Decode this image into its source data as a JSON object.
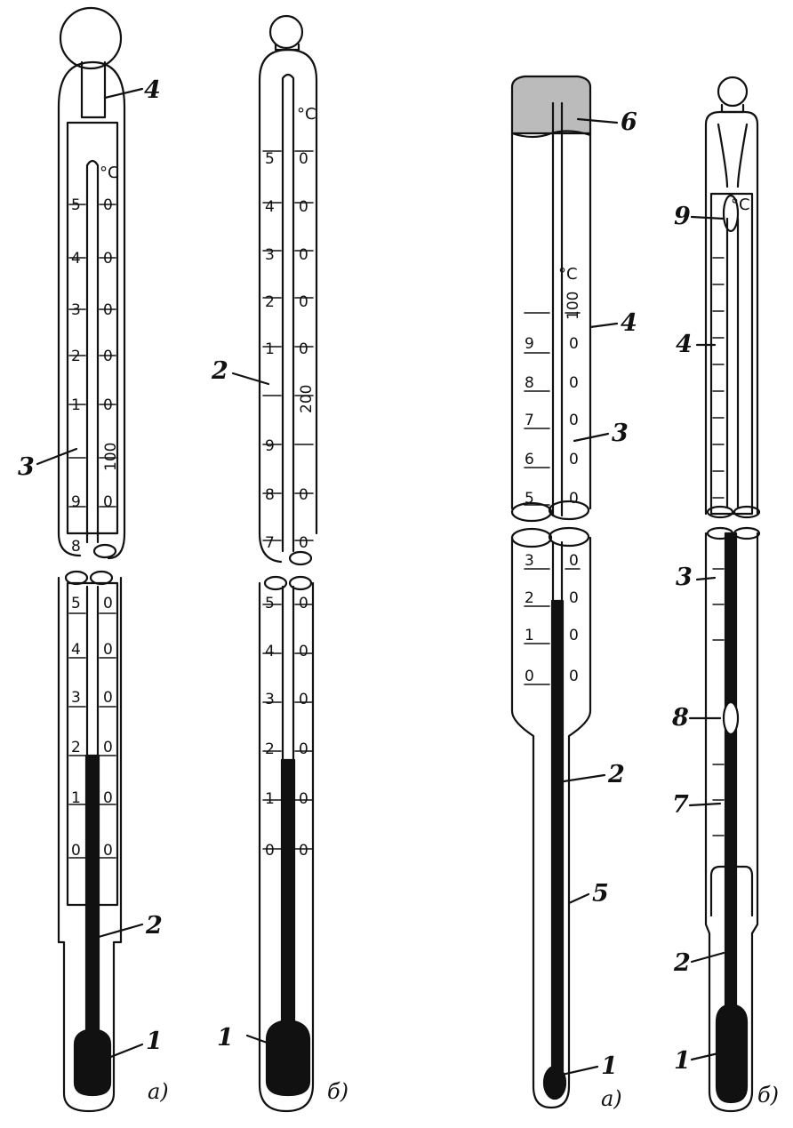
{
  "figure": {
    "panels": [
      {
        "id": "a-left",
        "caption": "а)",
        "callouts": [
          "1",
          "2",
          "3",
          "4"
        ],
        "unit": "°C",
        "upper_left": [
          "5",
          "4",
          "3",
          "2",
          "1",
          "9",
          "8"
        ],
        "upper_right": [
          "0",
          "0",
          "0",
          "0",
          "0",
          "100",
          "0"
        ],
        "lower_left": [
          "5",
          "4",
          "3",
          "2",
          "1",
          "0"
        ],
        "lower_right": [
          "0",
          "0",
          "0",
          "0",
          "0",
          "0"
        ]
      },
      {
        "id": "b-left",
        "caption": "б)",
        "callouts": [
          "1",
          "2"
        ],
        "unit": "°C",
        "upper_left": [
          "5",
          "4",
          "3",
          "2",
          "1",
          "9",
          "8",
          "7"
        ],
        "upper_right": [
          "0",
          "0",
          "0",
          "0",
          "0",
          "200",
          "0",
          "0"
        ],
        "lower_left": [
          "5",
          "4",
          "3",
          "2",
          "1",
          "0"
        ],
        "lower_right": [
          "0",
          "0",
          "0",
          "0",
          "0",
          "0"
        ]
      },
      {
        "id": "a-right",
        "caption": "а)",
        "callouts": [
          "1",
          "2",
          "3",
          "4",
          "5",
          "6"
        ],
        "unit": "°C",
        "upper_left": [
          "9",
          "8",
          "7",
          "6",
          "5"
        ],
        "upper_right": [
          "100",
          "0",
          "0",
          "0",
          "0",
          "0"
        ],
        "lower_left": [
          "3",
          "2",
          "1",
          "0"
        ],
        "lower_right": [
          "0",
          "0",
          "0",
          "0"
        ]
      },
      {
        "id": "b-right",
        "caption": "б)",
        "callouts": [
          "1",
          "2",
          "3",
          "4",
          "7",
          "8",
          "9"
        ],
        "unit": "°C"
      }
    ]
  }
}
